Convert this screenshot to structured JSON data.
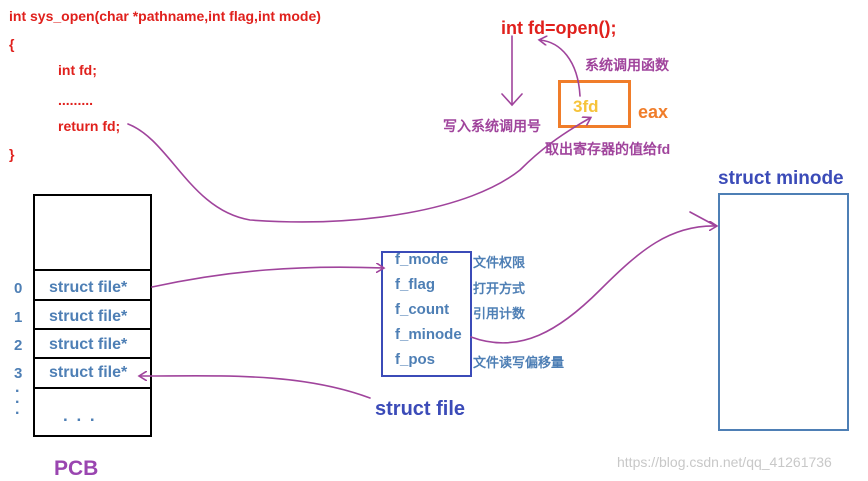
{
  "code": {
    "line1": "int sys_open(char *pathname,int flag,int mode)",
    "line2": "{",
    "line3": "int fd;",
    "line4": ".........",
    "line5": "return fd;",
    "line6": "}"
  },
  "call": {
    "text": "int fd=open();",
    "syscall_func": "系统调用函数",
    "write_syscall": "写入系统调用号",
    "register_value": "3fd",
    "register_name": "eax",
    "read_register": "取出寄存器的值给fd"
  },
  "pcb": {
    "indices": [
      "0",
      "1",
      "2",
      "3"
    ],
    "entries": [
      "struct file*",
      "struct file*",
      "struct file*",
      "struct file*"
    ],
    "ellipsis": ". . .",
    "vdots": ".\n.\n.",
    "label": "PCB"
  },
  "file_struct": {
    "fields": [
      "f_mode",
      "f_flag",
      "f_count",
      "f_minode",
      "f_pos"
    ],
    "descriptions": [
      "文件权限",
      "打开方式",
      "引用计数",
      "",
      "文件读写偏移量"
    ],
    "label": "struct file"
  },
  "minode": {
    "label": "struct minode"
  },
  "watermark": "https://blog.csdn.net/qq_41261736",
  "colors": {
    "code": "#e0201c",
    "purple": "#a0449c",
    "orange": "#f07d2a",
    "yellow": "#f6c33a",
    "blue": "#4e7fb5",
    "dark_blue": "#3b4bb8",
    "pcb_label": "#9a45b0"
  }
}
